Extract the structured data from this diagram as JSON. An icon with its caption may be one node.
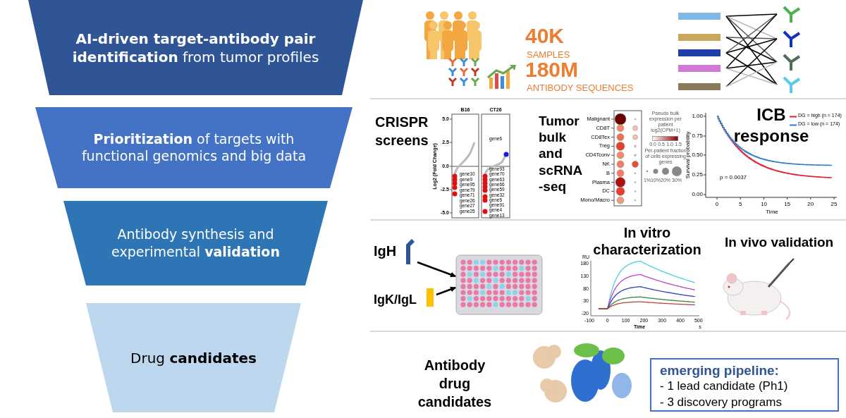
{
  "diagram": {
    "nodes": [
      {
        "text": [
          "**AI-driven target-antibody pair identification** from tumor profiles"
        ]
      },
      {
        "text": [
          "**Prioritization** of targets with functional genomics and big data"
        ]
      },
      {
        "text": [
          "Antibody synthesis and experimental **validation**"
        ]
      },
      {
        "text": [
          "Drug **candidates**"
        ]
      },
      {
        "text": [
          "IgH"
        ]
      },
      {
        "text": [
          "IgK/IgL"
        ]
      },
      {
        "text": [],
        "shape": "picture"
      },
      {
        "text": [
          "emerging pipeline:",
          "- 1 lead candidate (Ph1)",
          "- 3 discovery programs"
        ]
      }
    ],
    "edges": [
      {
        "from": 4,
        "to": 6,
        "arrow": "to"
      },
      {
        "from": 5,
        "to": 6,
        "arrow": "to"
      }
    ],
    "labels": [
      "40K",
      "SAMPLES",
      "180M",
      "ANTIBODY SEQUENCES",
      "CRISPR screens",
      "B16",
      "CT26",
      "5.0",
      "2.5",
      "0.0",
      "-2.5",
      "-5.0",
      "Log2 (Fold Change)",
      "gene10",
      "gene9",
      "gene95",
      "gene79",
      "gene71",
      "gene26",
      "gene27",
      "gene25",
      "gene6",
      "gene93",
      "gene70",
      "gene63",
      "gene66",
      "gene59",
      "gene32",
      "gene5",
      "gene91",
      "gene4",
      "gene13",
      "Tumor bulk and scRNA -seq",
      "Malignant",
      "CD8T",
      "CD8Tex",
      "Treg",
      "CD4Tconv",
      "NK",
      "B",
      "Plasma",
      "DC",
      "Mono/Macro",
      "Pseudo bulk expression per patient log2(CPM+1)",
      "0.0",
      "0.5",
      "1.0",
      "1.5",
      "Per-patient fraction of cells expressing genes",
      "1%",
      "10%",
      "20%",
      "30%",
      "ICB response",
      "1.00",
      "0.75",
      "0.50",
      "0.25",
      "0.00",
      "Survival probability",
      "0",
      "5",
      "10",
      "15",
      "20",
      "25",
      "Time",
      "p = 0.0037",
      "In vitro characterization",
      "RU",
      "180",
      "130",
      "80",
      "30",
      "-20",
      "-100",
      "0",
      "100",
      "200",
      "300",
      "400",
      "500",
      "Time",
      "s",
      "In vivo validation",
      "Antibody drug candidates"
    ],
    "legend": [
      {
        "text": "DG = high (n = 174)"
      },
      {
        "text": "DG = low (n = 174)"
      }
    ]
  }
}
